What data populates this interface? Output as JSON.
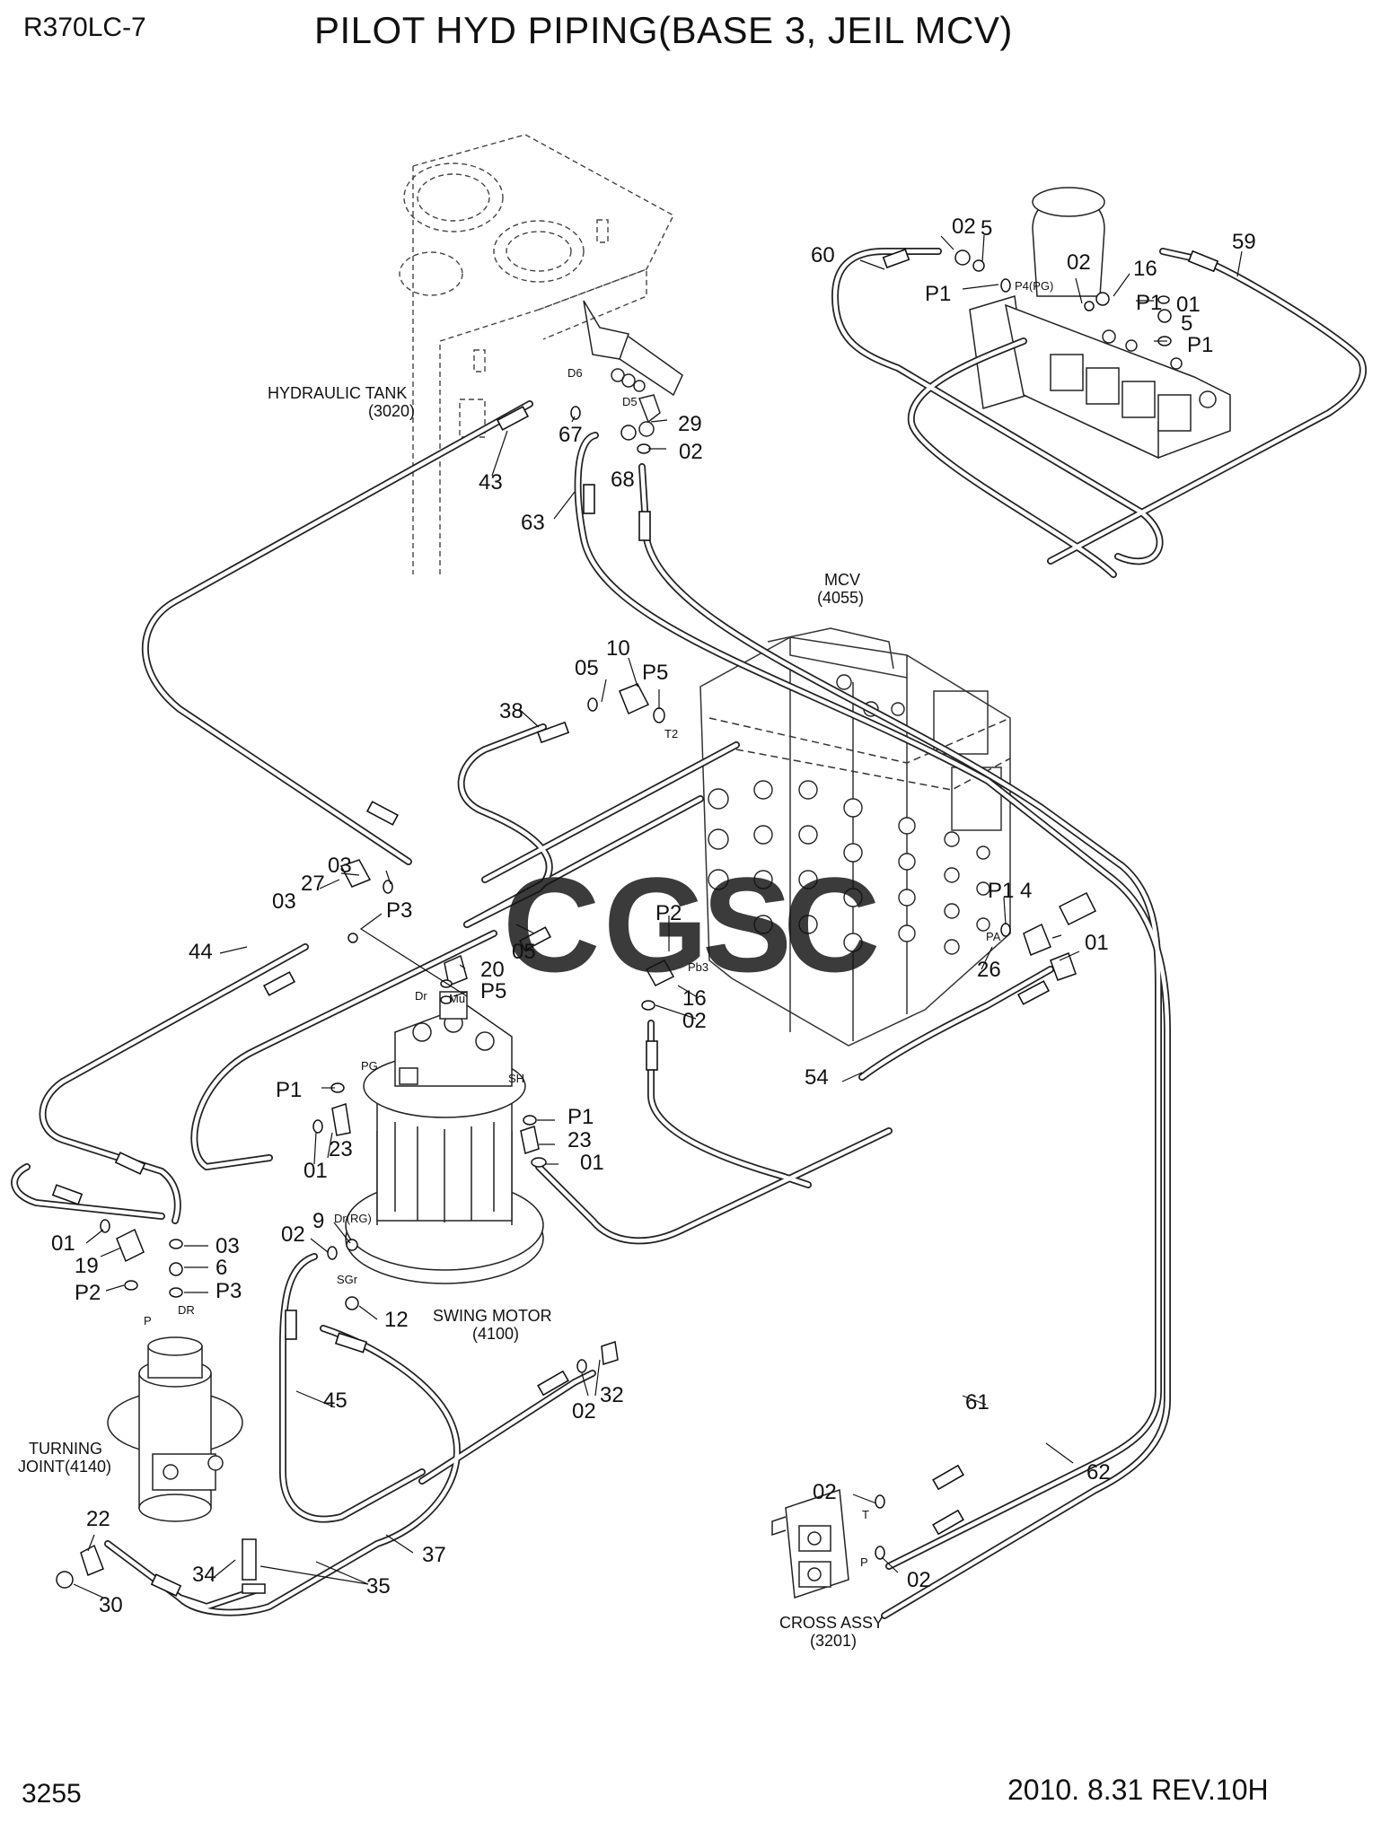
{
  "header": {
    "model": "R370LC-7",
    "title": "PILOT HYD PIPING(BASE 3, JEIL MCV)"
  },
  "footer": {
    "page": "3255",
    "revision": "2010. 8.31  REV.10H"
  },
  "components": {
    "hydraulic_tank": {
      "name": "HYDRAULIC TANK",
      "code": "(3020)"
    },
    "mcv": {
      "name": "MCV",
      "code": "(4055)"
    },
    "swing_motor": {
      "name": "SWING MOTOR",
      "code": "(4100)"
    },
    "turning_joint": {
      "name": "TURNING",
      "name2": "JOINT(4140)"
    },
    "cross_assy": {
      "name": "CROSS ASSY",
      "code": "(3201)"
    }
  },
  "watermark": {
    "letters": [
      "C",
      "G",
      "S",
      "C"
    ],
    "colors": [
      "#3f8ff0",
      "#ef6a6a",
      "#f3d23c",
      "#34c49a"
    ]
  },
  "callouts": {
    "c01": "02",
    "c02": "5",
    "c03": "60",
    "c04": "02",
    "c05": "16",
    "c06": "59",
    "c07": "P1",
    "c08": "P1",
    "c09": "01",
    "c10": "5",
    "c11": "P1",
    "c12": "67",
    "c13": "29",
    "c14": "02",
    "c15": "68",
    "c16": "43",
    "c17": "63",
    "c18": "10",
    "c19": "05",
    "c20": "P5",
    "c21": "38",
    "c22": "03",
    "c23": "27",
    "c24": "03",
    "c25": "P3",
    "c26": "44",
    "c27": "05",
    "c28": "20",
    "c29": "P5",
    "c30": "P2",
    "c31": "16",
    "c32": "02",
    "c33": "P1",
    "c34": "4",
    "c35": "01",
    "c36": "26",
    "c37": "54",
    "c38": "P1",
    "c39": "23",
    "c40": "01",
    "c41": "P1",
    "c42": "23",
    "c43": "01",
    "c44": "01",
    "c45": "19",
    "c46": "03",
    "c47": "6",
    "c48": "P3",
    "c49": "P2",
    "c50": "02",
    "c51": "9",
    "c52": "12",
    "c53": "45",
    "c54": "02",
    "c55": "32",
    "c56": "61",
    "c57": "62",
    "c58": "22",
    "c59": "34",
    "c60": "30",
    "c61": "35",
    "c62": "37",
    "c63": "02",
    "c64": "02"
  },
  "ports": {
    "p01": "P4(PG)",
    "p02": "D6",
    "p03": "D5",
    "p04": "T2",
    "p05": "Pb3",
    "p06": "PA",
    "p07": "Dr",
    "p08": "Mu",
    "p09": "PG",
    "p10": "SH",
    "p11": "Dr(RG)",
    "p12": "SGr",
    "p13": "DR",
    "p14": "P",
    "p15": "T",
    "p16": "P"
  }
}
